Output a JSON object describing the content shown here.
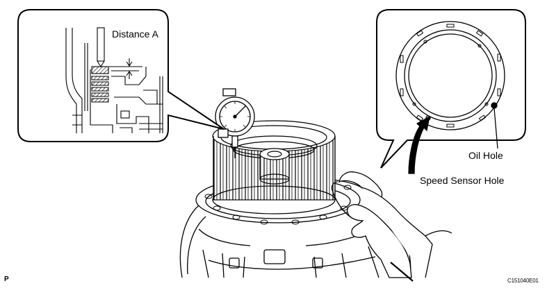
{
  "labels": {
    "distance_a": "Distance A",
    "oil_hole": "Oil Hole",
    "speed_sensor_hole": "Speed Sensor Hole",
    "corner_letter": "P",
    "figure_code": "C151040E01"
  }
}
